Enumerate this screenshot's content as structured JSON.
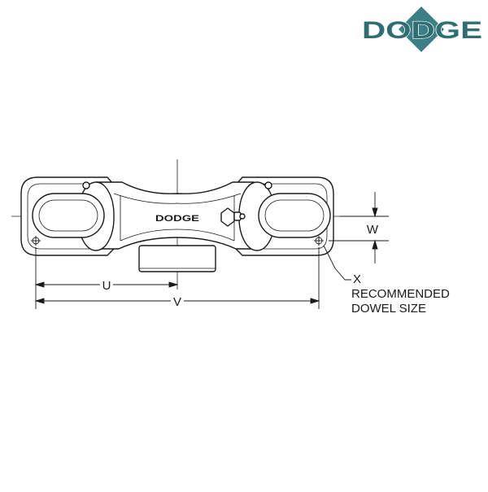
{
  "logo": {
    "text": "DODGE",
    "color": "#2f6f74",
    "accent": "#3a7f86"
  },
  "drawing": {
    "housing_mark": "DODGE",
    "dimensions": {
      "u": "U",
      "v": "V",
      "w": "W"
    },
    "callout": {
      "letter": "X",
      "line1": "RECOMMENDED",
      "line2": "DOWEL SIZE"
    }
  },
  "colors": {
    "ink": "#1a1a1a",
    "background": "#ffffff"
  }
}
